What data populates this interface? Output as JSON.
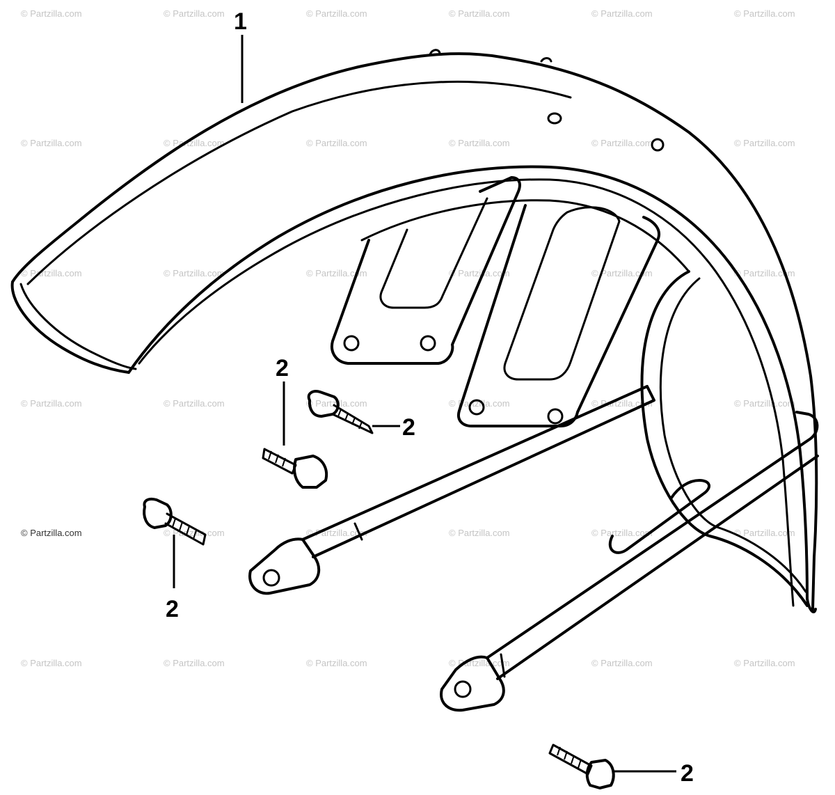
{
  "watermark": {
    "text": "© Partzilla.com"
  },
  "callouts": {
    "fender": "1",
    "bolt": "2"
  },
  "colors": {
    "line": "#000000",
    "watermark": "#c4c4c4",
    "background": "#ffffff"
  }
}
